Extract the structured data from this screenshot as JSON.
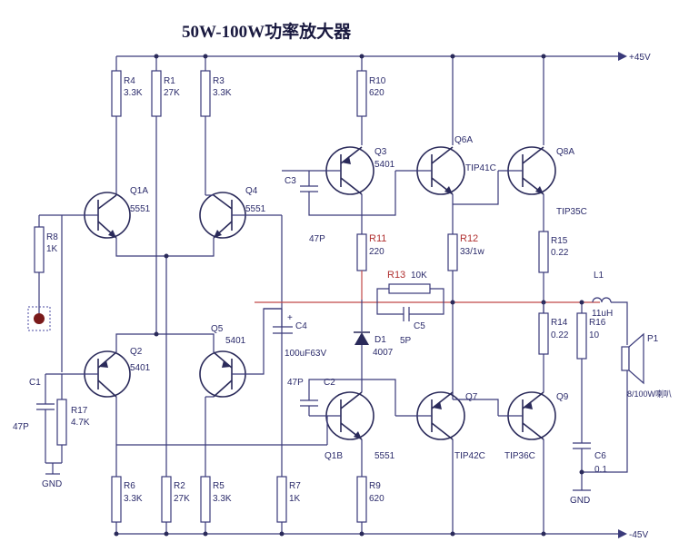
{
  "title": "50W-100W功率放大器",
  "rails": {
    "pos": "+45V",
    "neg": "-45V"
  },
  "ground": {
    "gnd_left": "GND",
    "gnd_right": "GND"
  },
  "resistors": {
    "R4": {
      "ref": "R4",
      "val": "3.3K"
    },
    "R1": {
      "ref": "R1",
      "val": "27K"
    },
    "R3": {
      "ref": "R3",
      "val": "3.3K"
    },
    "R10": {
      "ref": "R10",
      "val": "620"
    },
    "R8": {
      "ref": "R8",
      "val": "1K"
    },
    "R17": {
      "ref": "R17",
      "val": "4.7K"
    },
    "R6": {
      "ref": "R6",
      "val": "3.3K"
    },
    "R2": {
      "ref": "R2",
      "val": "27K"
    },
    "R5": {
      "ref": "R5",
      "val": "3.3K"
    },
    "R7": {
      "ref": "R7",
      "val": "1K"
    },
    "R9": {
      "ref": "R9",
      "val": "620"
    },
    "R11": {
      "ref": "R11",
      "val": "220"
    },
    "R12": {
      "ref": "R12",
      "val": "33/1w"
    },
    "R13": {
      "ref": "R13",
      "val": "10K"
    },
    "R15": {
      "ref": "R15",
      "val": "0.22"
    },
    "R14": {
      "ref": "R14",
      "val": "0.22"
    },
    "R16": {
      "ref": "R16",
      "val": "10"
    }
  },
  "capacitors": {
    "C1": {
      "ref": "C1",
      "val": "47P"
    },
    "C2": {
      "ref": "C2",
      "val": "47P"
    },
    "C3": {
      "ref": "C3",
      "val": "47P"
    },
    "C4": {
      "ref": "C4",
      "val": "100uF63V"
    },
    "C5": {
      "ref": "C5",
      "val": "5P"
    },
    "C6": {
      "ref": "C6",
      "val": "0.1"
    }
  },
  "transistors": {
    "Q1A": {
      "ref": "Q1A",
      "val": "5551"
    },
    "Q4": {
      "ref": "Q4",
      "val": "5551"
    },
    "Q2": {
      "ref": "Q2",
      "val": "5401"
    },
    "Q5": {
      "ref": "Q5",
      "val": "5401"
    },
    "Q3": {
      "ref": "Q3",
      "val": "5401"
    },
    "Q1B": {
      "ref": "Q1B",
      "val": "5551"
    },
    "Q6A": {
      "ref": "Q6A",
      "val": "TIP41C"
    },
    "Q8A": {
      "ref": "Q8A",
      "val": "TIP35C"
    },
    "Q7": {
      "ref": "Q7",
      "val": "TIP42C"
    },
    "Q9": {
      "ref": "Q9",
      "val": "TIP36C"
    }
  },
  "diode": {
    "ref": "D1",
    "val": "4007"
  },
  "inductor": {
    "ref": "L1",
    "val": "11uH"
  },
  "speaker": {
    "ref": "P1",
    "val": "8/100W喇叭"
  }
}
